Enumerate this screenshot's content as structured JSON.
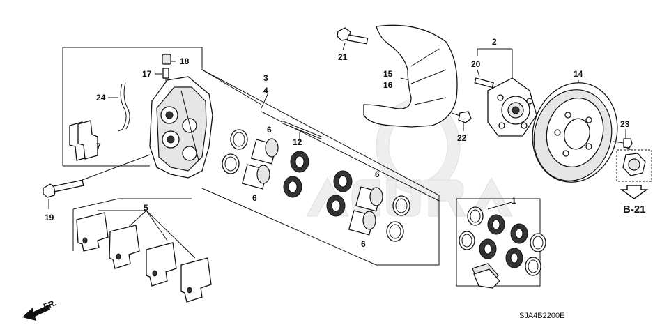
{
  "labels": {
    "p1": "1",
    "p2": "2",
    "p3": "3",
    "p4": "4",
    "p5": "5",
    "p6a": "6",
    "p6b": "6",
    "p6c": "6",
    "p6d": "6",
    "p7": "7",
    "p12": "12",
    "p14": "14",
    "p15": "15",
    "p16": "16",
    "p17": "17",
    "p18": "18",
    "p19": "19",
    "p20": "20",
    "p21": "21",
    "p22": "22",
    "p23": "23",
    "p24": "24"
  },
  "reference": "B-21",
  "front_label": "FR.",
  "diagram_code": "SJA4B2200E",
  "colors": {
    "line": "#111111",
    "watermark": "#e4e4e4"
  }
}
